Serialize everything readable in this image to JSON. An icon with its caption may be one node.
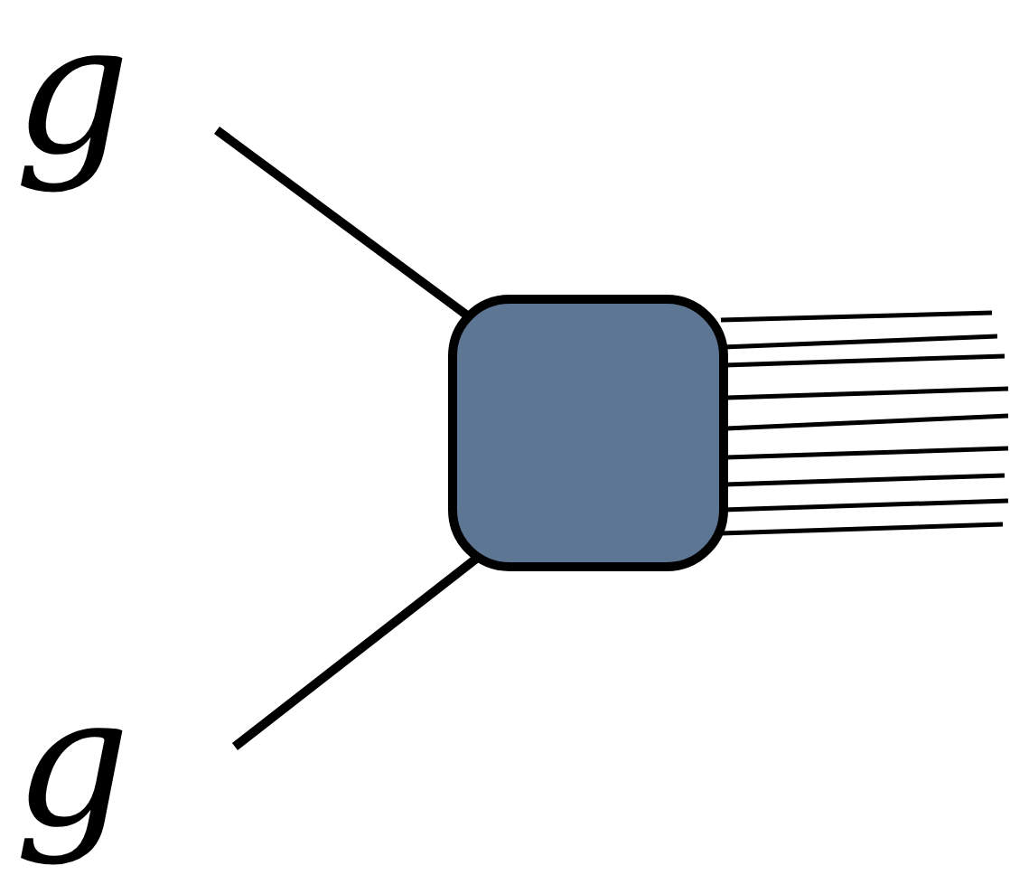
{
  "diagram": {
    "nodes": [
      {
        "text": [
          "g"
        ]
      },
      {
        "text": [
          "g"
        ]
      },
      {
        "text": [],
        "shape": "box"
      }
    ],
    "edges": [
      {
        "from": 0,
        "to": 2,
        "arrow": "none",
        "style": "thick"
      },
      {
        "from": 1,
        "to": 2,
        "arrow": "none",
        "style": "thick"
      },
      {
        "from": 2,
        "to": null,
        "arrow": "none"
      },
      {
        "from": 2,
        "to": null,
        "arrow": "none"
      },
      {
        "from": 2,
        "to": null,
        "arrow": "none"
      },
      {
        "from": 2,
        "to": null,
        "arrow": "none"
      },
      {
        "from": 2,
        "to": null,
        "arrow": "none"
      },
      {
        "from": 2,
        "to": null,
        "arrow": "none"
      },
      {
        "from": 2,
        "to": null,
        "arrow": "none"
      },
      {
        "from": 2,
        "to": null,
        "arrow": "none"
      },
      {
        "from": 2,
        "to": null,
        "arrow": "none"
      }
    ]
  }
}
